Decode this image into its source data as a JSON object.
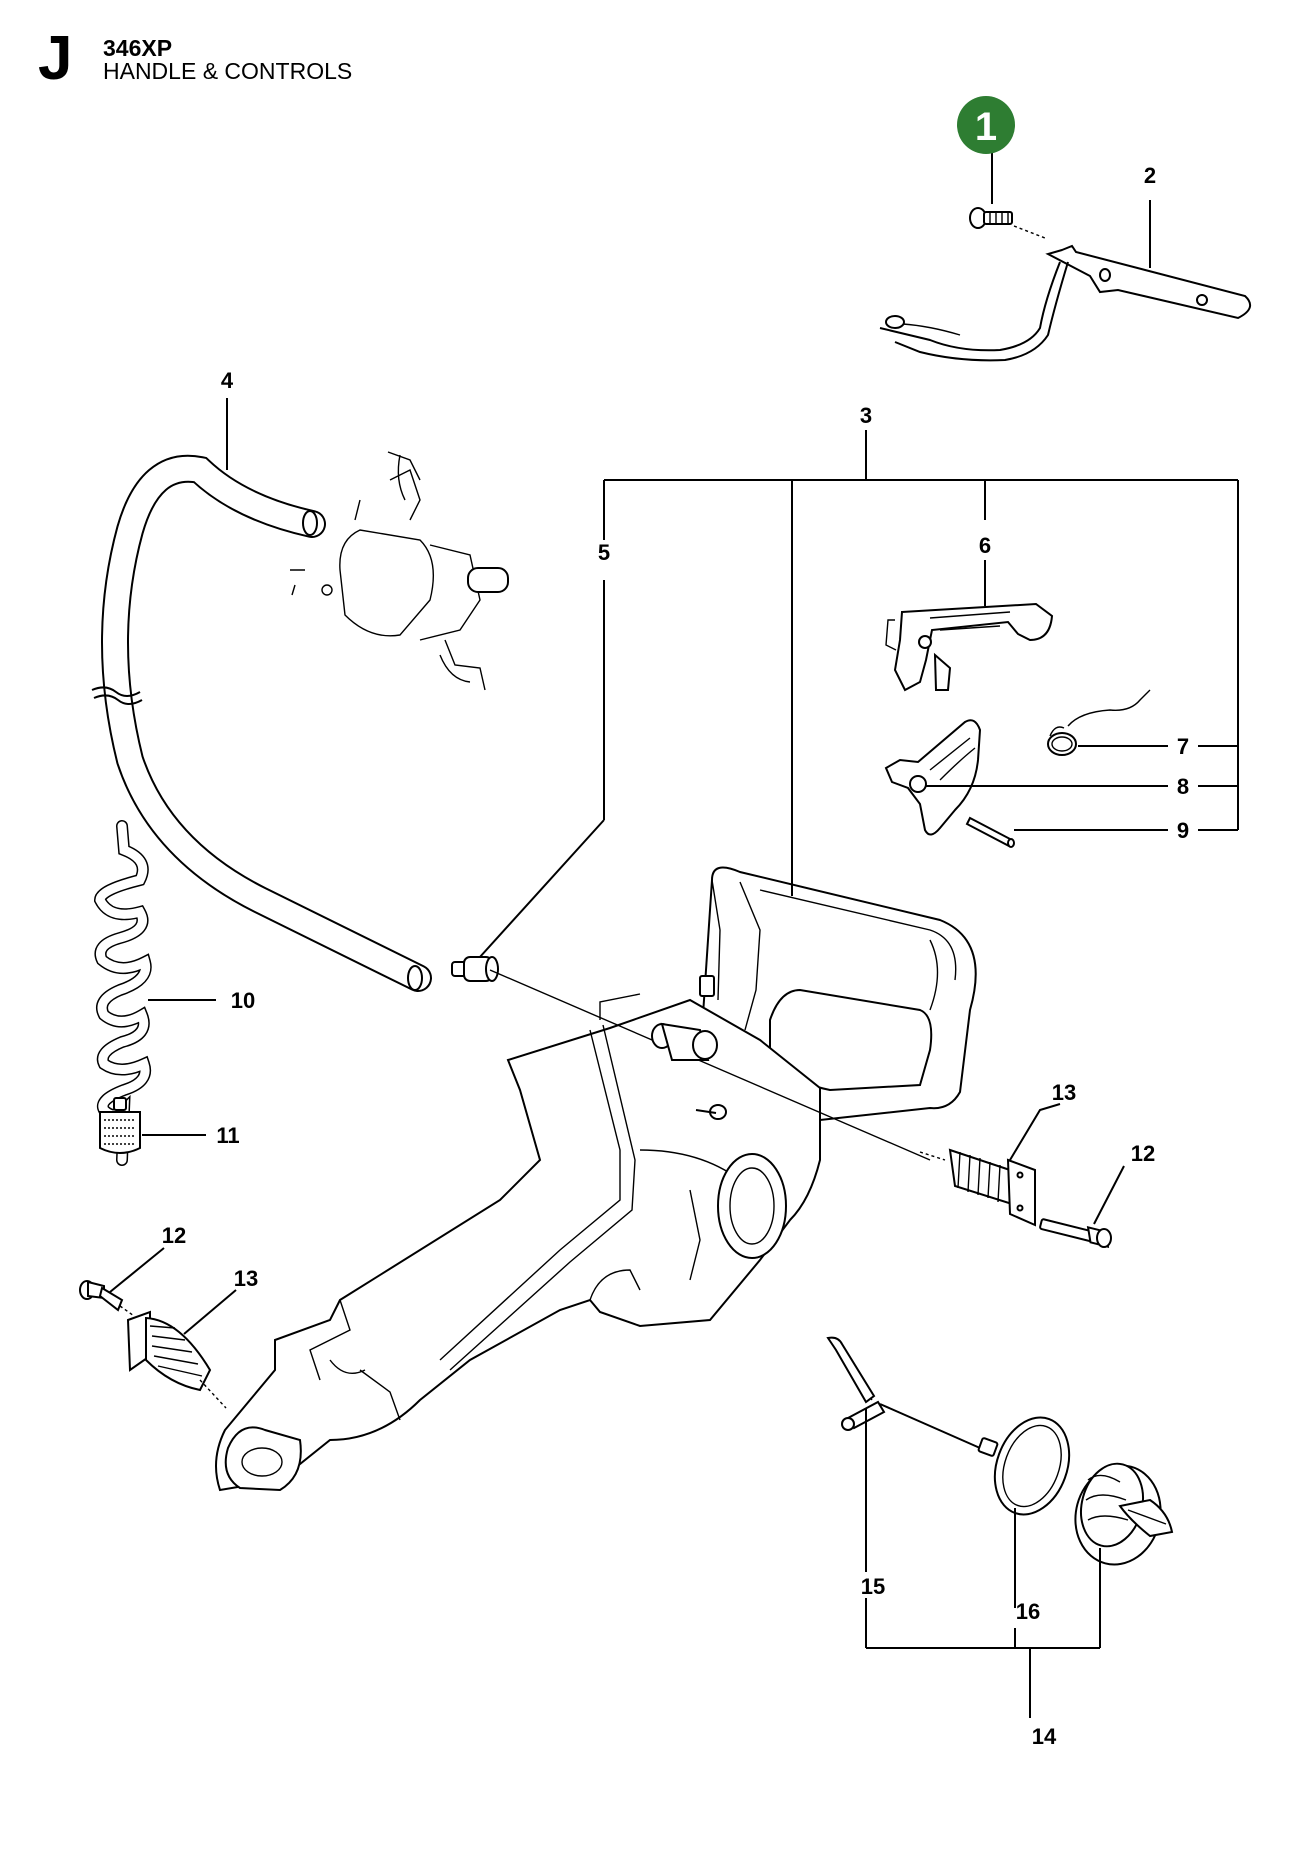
{
  "header": {
    "section_letter": "J",
    "model": "346XP",
    "title": "HANDLE & CONTROLS"
  },
  "badge_color": "#2e7d32",
  "callouts": [
    {
      "id": "1",
      "badge": true
    },
    {
      "id": "2"
    },
    {
      "id": "3"
    },
    {
      "id": "4"
    },
    {
      "id": "5"
    },
    {
      "id": "6"
    },
    {
      "id": "7"
    },
    {
      "id": "8"
    },
    {
      "id": "9"
    },
    {
      "id": "10"
    },
    {
      "id": "11"
    },
    {
      "id": "12a",
      "label": "12"
    },
    {
      "id": "13a",
      "label": "13"
    },
    {
      "id": "12b",
      "label": "12"
    },
    {
      "id": "13b",
      "label": "13"
    },
    {
      "id": "14"
    },
    {
      "id": "15"
    },
    {
      "id": "16"
    }
  ]
}
